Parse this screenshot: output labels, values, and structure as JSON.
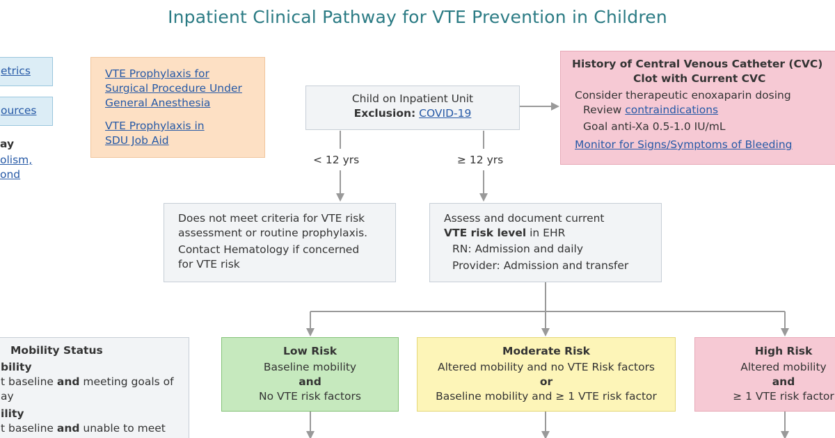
{
  "title": "Inpatient Clinical Pathway for VTE Prevention in Children",
  "sidebar": {
    "link1": "etrics",
    "link2": "ources",
    "heading": "ay",
    "link3a": "olism,",
    "link3b": "ond"
  },
  "surgical_box": {
    "link1_lines": [
      "VTE Prophylaxis for",
      "Surgical Procedure Under",
      "General Anesthesia"
    ],
    "link2_lines": [
      "VTE Prophylaxis in",
      "SDU Job Aid"
    ]
  },
  "start_box": {
    "line1": "Child on Inpatient Unit",
    "exclusion_label": "Exclusion:",
    "exclusion_link": "COVID-19"
  },
  "cvc_box": {
    "title_line1": "History of Central Venous Catheter (CVC)",
    "title_line2": "Clot with Current CVC",
    "line1": "Consider therapeutic enoxaparin dosing",
    "review_label": "Review",
    "review_link": "contraindications",
    "goal": "Goal anti-Xa 0.5-1.0 IU/mL",
    "monitor_link": "Monitor for Signs/Symptoms of Bleeding"
  },
  "branch_labels": {
    "under12": "< 12 yrs",
    "over12": "≥ 12 yrs"
  },
  "under12_box": {
    "lines": [
      "Does not meet criteria for VTE risk",
      "assessment or routine prophylaxis."
    ],
    "contact_lines": [
      "Contact Hematology if concerned",
      "for VTE risk"
    ]
  },
  "assess_box": {
    "line1": "Assess and document current",
    "line2_bold": "VTE risk level",
    "line2_rest": " in EHR",
    "rn": "RN: Admission and daily",
    "provider": "Provider: Admission and transfer"
  },
  "mobility_box": {
    "title": "Mobility Status",
    "item1_head": "bility",
    "item1_pre": "t baseline ",
    "item1_bold": "and",
    "item1_post": " meeting goals of",
    "item1_line2": "ay",
    "item2_head": "ility",
    "item2_pre": "t baseline ",
    "item2_bold": "and",
    "item2_post": " unable to meet"
  },
  "low_risk": {
    "title": "Low Risk",
    "line1": "Baseline mobility",
    "and": "and",
    "line2": "No VTE risk factors"
  },
  "moderate_risk": {
    "title": "Moderate Risk",
    "line1": "Altered mobility and no VTE Risk factors",
    "or": "or",
    "line2": "Baseline mobility and ≥ 1 VTE risk factor"
  },
  "high_risk": {
    "title": "High Risk",
    "line1": "Altered mobility",
    "and": "and",
    "line2": "≥ 1 VTE risk factor"
  },
  "colors": {
    "title": "#2b7b84",
    "link": "#2659a6",
    "connector": "#999999",
    "low": "#c6e9be",
    "moderate": "#fdf5b8",
    "high": "#f6c9d4"
  }
}
